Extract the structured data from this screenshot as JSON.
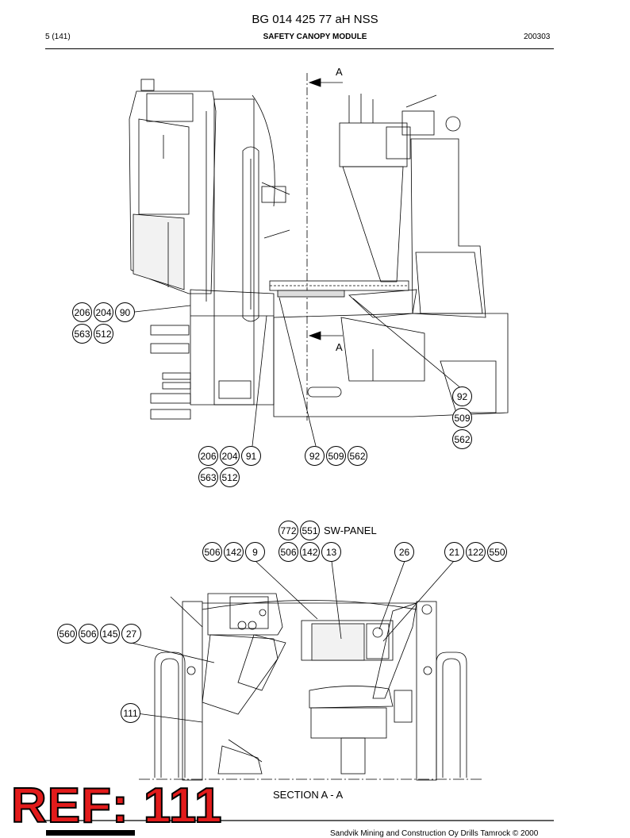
{
  "header": {
    "doc_title": "BG 014 425 77 aH NSS",
    "page_number": "5 (141)",
    "module_title": "SAFETY CANOPY MODULE",
    "date_code": "200303"
  },
  "drawing_top": {
    "section_mark_top": "A",
    "section_mark_bottom": "A",
    "callouts": [
      "206",
      "204",
      "90",
      "563",
      "512",
      "92",
      "509",
      "562",
      "206",
      "204",
      "91",
      "563",
      "512",
      "92",
      "509",
      "562"
    ]
  },
  "drawing_bottom": {
    "sw_panel_label": "SW-PANEL",
    "section_caption": "SECTION A - A",
    "callouts": [
      "772",
      "551",
      "506",
      "142",
      "9",
      "506",
      "142",
      "13",
      "26",
      "21",
      "122",
      "550",
      "560",
      "506",
      "145",
      "27",
      "111"
    ]
  },
  "ref_banner": "REF: 111",
  "footer": {
    "copyright": "Sandvik Mining and Construction Oy Drills Tamrock © 2000"
  }
}
